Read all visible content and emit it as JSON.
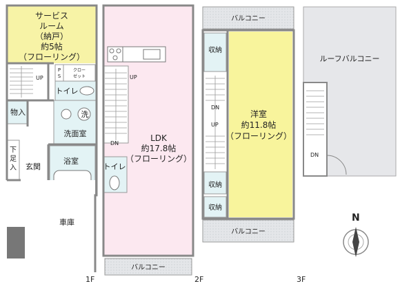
{
  "rooms": {
    "service_room": {
      "line1": "サービス",
      "line2": "ルーム",
      "line3": "（納戸）",
      "line4": "約5帖",
      "line5": "（フローリング）"
    },
    "ldk": {
      "line1": "LDK",
      "line2": "約17.8帖",
      "line3": "（フローリング）"
    },
    "western_room": {
      "line1": "洋室",
      "line2": "約11.8帖",
      "line3": "（フローリング）"
    },
    "roof_balcony": "ルーフバルコニー",
    "garage": "車庫",
    "toilet_1f": "トイレ",
    "toilet_2f": "トイレ",
    "washroom": "洗面室",
    "bathroom": "浴室",
    "entrance": "玄関",
    "closet_1f": "物入",
    "shoe_box": {
      "line1": "下",
      "line2": "足",
      "line3": "入"
    },
    "washing_machine": "洗",
    "closet_label": {
      "line1": "クロー",
      "line2": "ゼット"
    },
    "ps": {
      "line1": "P",
      "line2": "S"
    },
    "storage_top": "収納",
    "storage_mid": "収納",
    "storage_bottom": "収納",
    "balcony_2f": "バルコニー",
    "balcony_3f_top": "バルコニー",
    "balcony_3f_bottom": "バルコニー"
  },
  "stairs": {
    "up_1f": "UP",
    "up_2f": "UP",
    "dn_2f": "DN",
    "dn_3f": "DN",
    "up_3f": "UP",
    "dn_roof": "DN"
  },
  "floors": {
    "f1": "1F",
    "f2": "2F",
    "f3": "3F"
  },
  "compass": "N",
  "colors": {
    "service_room": "#f7f3a6",
    "ldk": "#fce8f0",
    "western_room": "#f8f49c",
    "wet_area": "#e3f3f5",
    "balcony": "#e8ebee",
    "roof_balcony": "#e6e7ea",
    "wall": "#888888"
  }
}
